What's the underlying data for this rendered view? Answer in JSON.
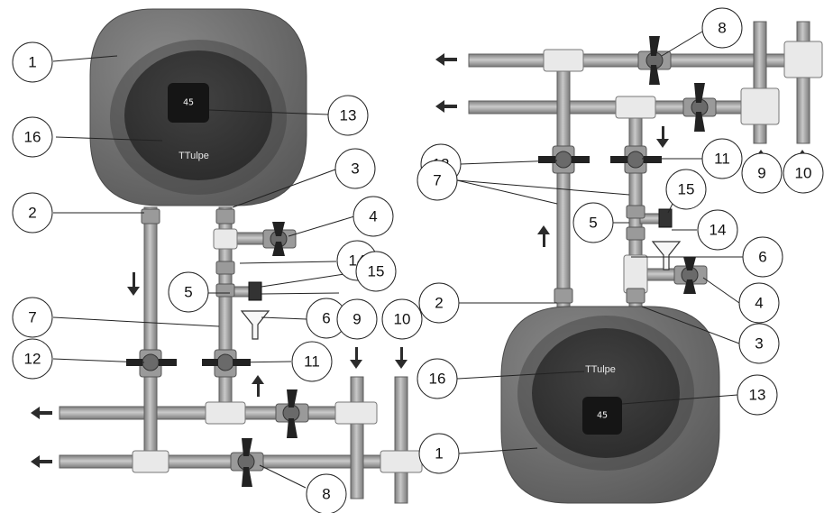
{
  "diagram": {
    "brand_logo": "TTulpe",
    "display_value": "45",
    "callouts": [
      "1",
      "2",
      "3",
      "4",
      "5",
      "6",
      "7",
      "8",
      "9",
      "10",
      "11",
      "12",
      "13",
      "14",
      "15",
      "16"
    ]
  },
  "colors": {
    "heater_body": "#747474",
    "heater_face": "#2f2f2f",
    "pipe": "#a9a9a9",
    "pipe_edge": "#5f5f5f",
    "fitting": "#e9e9e9",
    "valve_handle": "#222222",
    "arrow": "#2b2b2b"
  }
}
